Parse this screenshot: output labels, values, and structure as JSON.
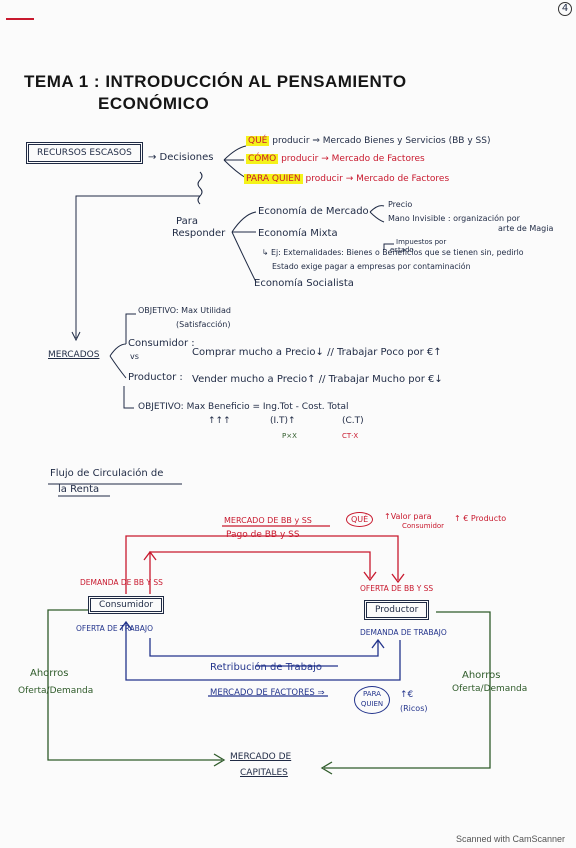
{
  "page": {
    "page_number": "4",
    "title_line1": "TEMA 1 : INTRODUCCIÓN AL PENSAMIENTO",
    "title_line2": "ECONÓMICO",
    "footer": "Scanned with CamScanner"
  },
  "top": {
    "recursos": "RECURSOS ESCASOS",
    "decisiones": "→ Decisiones",
    "que": "QUÉ",
    "que_rest": "producir ⇒ Mercado Bienes y Servicios (BB y SS)",
    "como": "CÓMO",
    "como_rest": "producir → Mercado de Factores",
    "para_quien": "PARA QUIEN",
    "para_quien_rest": "producir → Mercado de Factores",
    "para_responder": "Para",
    "para_responder2": "Responder",
    "eco_mercado": "Economía de Mercado",
    "precio": "Precio",
    "mano": "Mano Invisible : organización por",
    "mano2": "arte de Magia",
    "eco_mixta": "Economía Mixta",
    "impuestos": "Impuestos por",
    "estado": "estado",
    "ej1": "↳ Ej: Externalidades: Bienes o Beneficios que se tienen sin, pedirlo",
    "ej2": "Estado exige pagar a empresas por contaminación",
    "eco_socialista": "Economía Socialista"
  },
  "mercados": {
    "label": "MERCADOS",
    "obj_util": "OBJETIVO: Max Utilidad",
    "satisf": "(Satisfacción)",
    "consumidor": "Consumidor :",
    "vs": "vs",
    "cons_line": "Comprar mucho a Precio↓ // Trabajar Poco por €↑",
    "productor": "Productor :",
    "prod_line": "Vender mucho a Precio↑ // Trabajar Mucho por €↓",
    "obj_benef": "OBJETIVO: Max Beneficio = Ing.Tot  -  Cost. Total",
    "arrows_up": "↑↑↑",
    "it": "(I.T)↑",
    "ct": "(C.T)",
    "pxx": "P×X",
    "ctx": "CT·X"
  },
  "flujo": {
    "title1": "Flujo de Circulación de",
    "title2": "la Renta",
    "mercado_bb": "MERCADO DE BB y SS",
    "que_circle": "QUÉ",
    "valor": "↑Valor para",
    "consumidor_small": "Consumidor",
    "euro_producto": "↑ € Producto",
    "pago": "Pago de BB y SS",
    "demanda_bb": "DEMANDA DE BB Y SS",
    "oferta_bb": "OFERTA DE BB Y SS",
    "consumidor_box": "Consumidor",
    "productor_box": "Productor",
    "oferta_trabajo": "OFERTA DE TRABAJO",
    "demanda_trabajo": "DEMANDA DE TRABAJO",
    "ahorros_l": "Ahorros",
    "of_dem_l": "Oferta/Demanda",
    "ahorros_r": "Ahorros",
    "of_dem_r": "Oferta/Demanda",
    "retribucion": "Retribución de Trabajo",
    "mercado_factores": "MERCADO DE FACTORES ⇒",
    "para_quien": "PARA",
    "para_quien2": "QUIEN",
    "euro_ricos": "↑€",
    "ricos": "(Ricos)",
    "mercado_capitales1": "MERCADO DE",
    "mercado_capitales2": "CAPITALES"
  },
  "colors": {
    "ink_blue": "#23348c",
    "ink_red": "#c8192e",
    "ink_green": "#2f5b2a",
    "highlight": "#f4f21a"
  }
}
